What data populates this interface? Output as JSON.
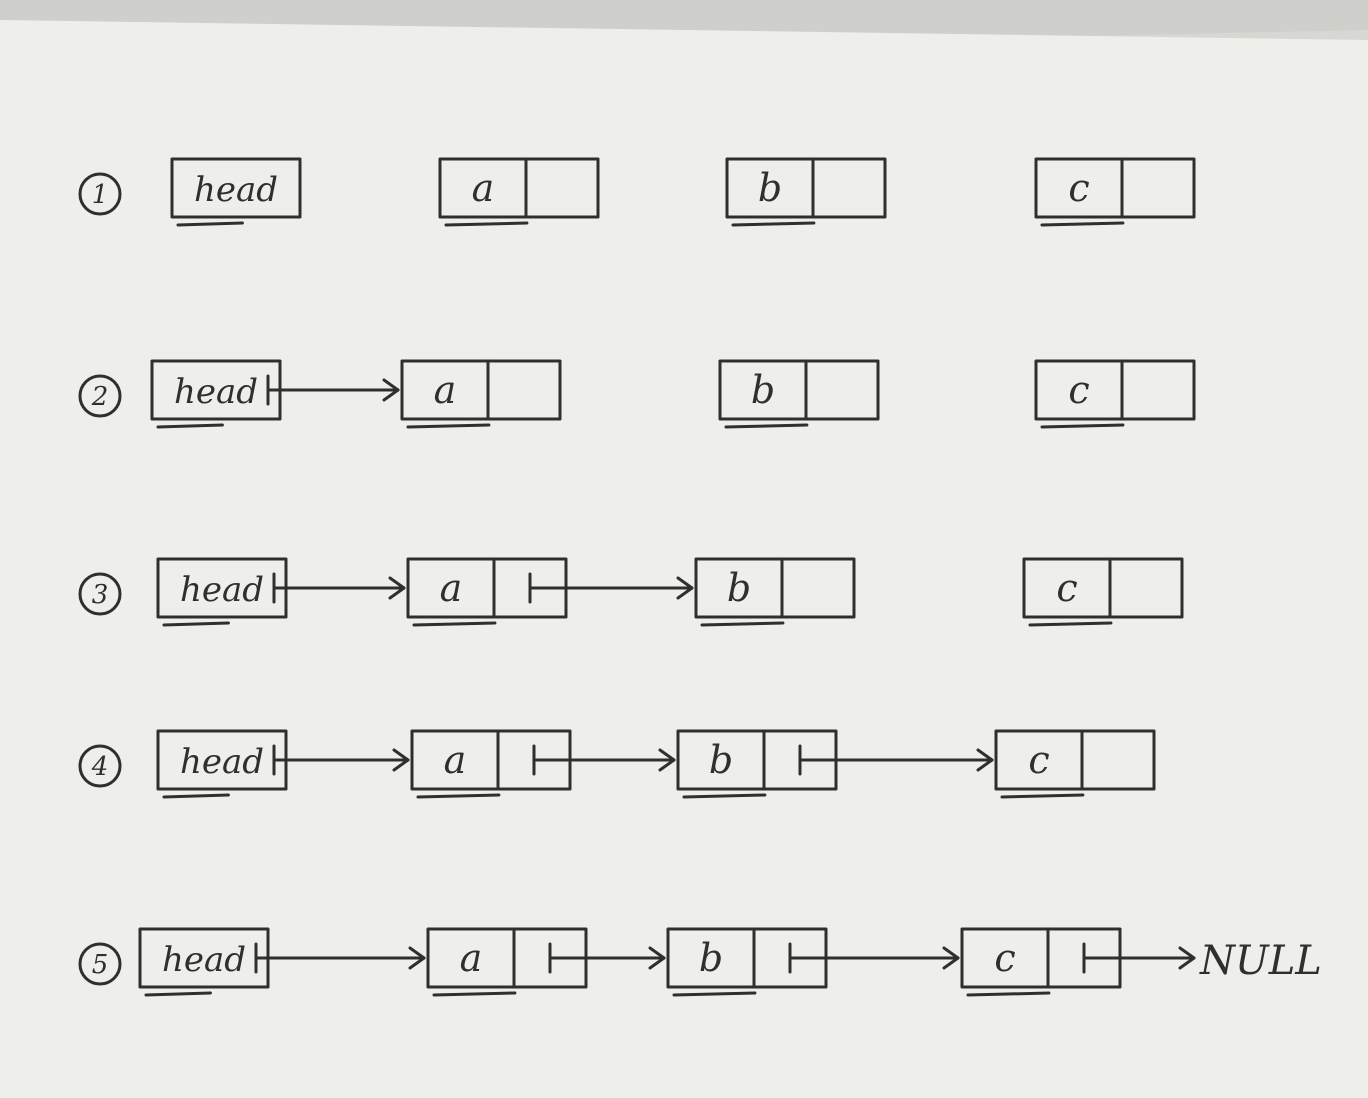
{
  "diagram": {
    "null_label": "NULL",
    "steps": [
      {
        "number": "1",
        "nodes": [
          {
            "label": "head"
          },
          {
            "label": "a"
          },
          {
            "label": "b"
          },
          {
            "label": "c"
          }
        ],
        "links": 0,
        "null_link": false
      },
      {
        "number": "2",
        "nodes": [
          {
            "label": "head"
          },
          {
            "label": "a"
          },
          {
            "label": "b"
          },
          {
            "label": "c"
          }
        ],
        "links": 1,
        "null_link": false
      },
      {
        "number": "3",
        "nodes": [
          {
            "label": "head"
          },
          {
            "label": "a"
          },
          {
            "label": "b"
          },
          {
            "label": "c"
          }
        ],
        "links": 2,
        "null_link": false
      },
      {
        "number": "4",
        "nodes": [
          {
            "label": "head"
          },
          {
            "label": "a"
          },
          {
            "label": "b"
          },
          {
            "label": "c"
          }
        ],
        "links": 3,
        "null_link": false
      },
      {
        "number": "5",
        "nodes": [
          {
            "label": "head"
          },
          {
            "label": "a"
          },
          {
            "label": "b"
          },
          {
            "label": "c"
          }
        ],
        "links": 3,
        "null_link": true
      }
    ]
  }
}
